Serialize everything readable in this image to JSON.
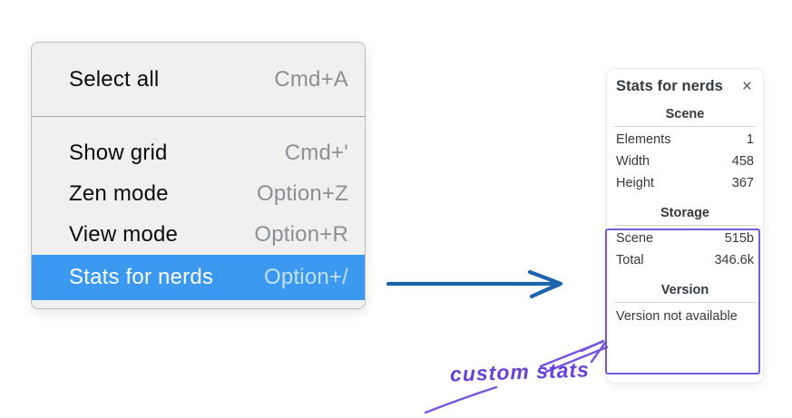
{
  "menu": {
    "items": [
      {
        "label": "Select all",
        "shortcut": "Cmd+A"
      },
      {
        "label": "Show grid",
        "shortcut": "Cmd+'"
      },
      {
        "label": "Zen mode",
        "shortcut": "Option+Z"
      },
      {
        "label": "View mode",
        "shortcut": "Option+R"
      },
      {
        "label": "Stats for nerds",
        "shortcut": "Option+/",
        "selected": true
      }
    ],
    "colors": {
      "highlight": "#3b99ef",
      "background": "#f0f0f1",
      "shortcut_text": "#8b9095"
    }
  },
  "stats_panel": {
    "title": "Stats for nerds",
    "close_icon": "×",
    "sections": [
      {
        "header": "Scene",
        "rows": [
          {
            "label": "Elements",
            "value": "1"
          },
          {
            "label": "Width",
            "value": "458"
          },
          {
            "label": "Height",
            "value": "367"
          }
        ]
      },
      {
        "header": "Storage",
        "rows": [
          {
            "label": "Scene",
            "value": "515b"
          },
          {
            "label": "Total",
            "value": "346.6k"
          }
        ]
      },
      {
        "header": "Version",
        "note": "Version not available"
      }
    ]
  },
  "annotations": {
    "label": "custom stats",
    "arrow_color": "#1d63ae",
    "highlight_color": "#6741d9"
  }
}
